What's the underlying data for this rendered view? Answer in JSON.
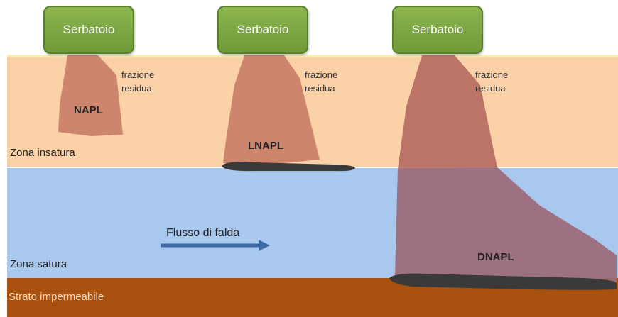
{
  "tanks": [
    "Serbatoio",
    "Serbatoio",
    "Serbatoio"
  ],
  "residua": [
    {
      "line1": "frazione",
      "line2": "residua"
    },
    {
      "line1": "frazione",
      "line2": "residua"
    },
    {
      "line1": "frazione",
      "line2": "residua"
    }
  ],
  "plumes": {
    "napl": "NAPL",
    "lnapl": "LNAPL",
    "dnapl": "DNAPL"
  },
  "zones": {
    "unsaturated": "Zona insatura",
    "saturated": "Zona satura",
    "impermeable": "Strato impermeabile"
  },
  "flow_label": "Flusso di falda",
  "colors": {
    "unsaturated": "#fbd2a8",
    "saturated": "#a8c8ee",
    "impermeable": "#a9510e",
    "tank": "#7ea844",
    "contaminant": "#b5614e",
    "pool": "#3a3a3a",
    "arrow": "#3b6aa5"
  }
}
